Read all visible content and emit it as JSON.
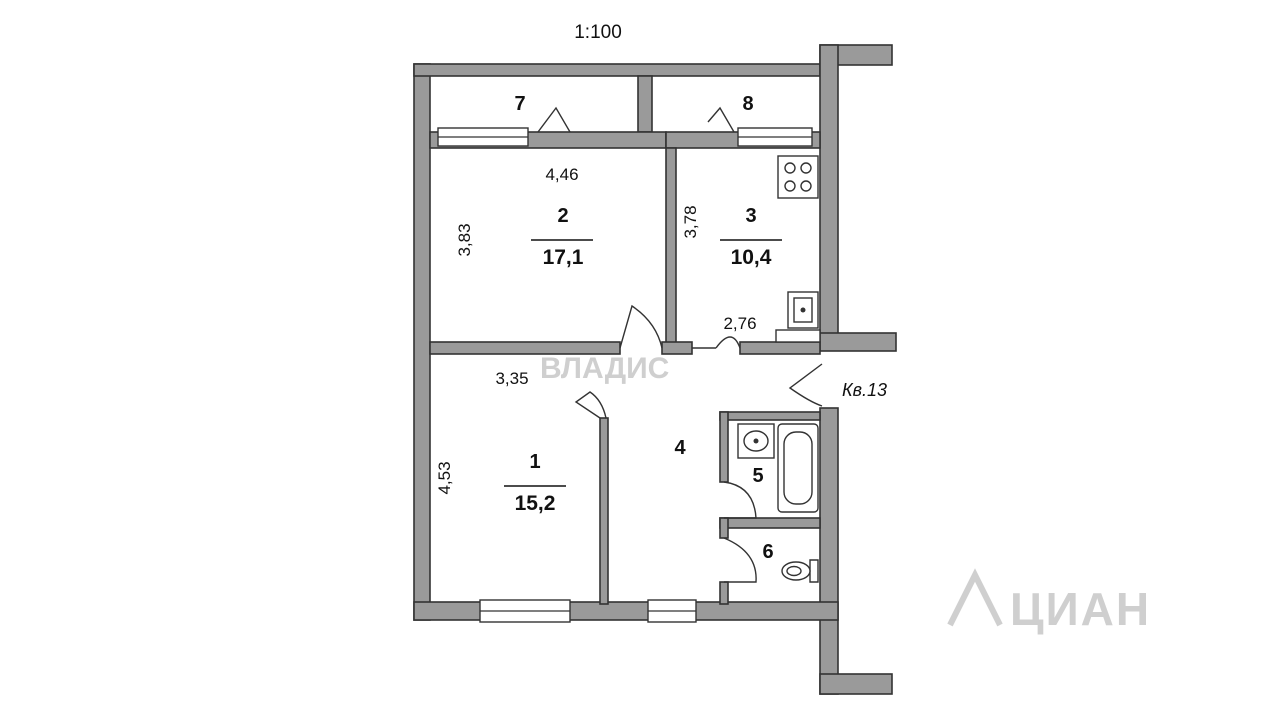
{
  "scale": "1:100",
  "apartment_label": "Кв.13",
  "rooms": [
    {
      "id": "1",
      "area": "15,2"
    },
    {
      "id": "2",
      "area": "17,1"
    },
    {
      "id": "3",
      "area": "10,4"
    },
    {
      "id": "4"
    },
    {
      "id": "5"
    },
    {
      "id": "6"
    },
    {
      "id": "7"
    },
    {
      "id": "8"
    }
  ],
  "dimensions": {
    "room2_width": "4,46",
    "room2_height": "3,83",
    "room3_height": "3,78",
    "room3_width": "2,76",
    "room1_width": "3,35",
    "room1_height": "4,53"
  },
  "watermarks": {
    "vladis": "ВЛАДИС",
    "cian": "ЦИАН"
  },
  "colors": {
    "wall": "#9a9a9a",
    "line": "#333333",
    "background": "#ffffff"
  }
}
